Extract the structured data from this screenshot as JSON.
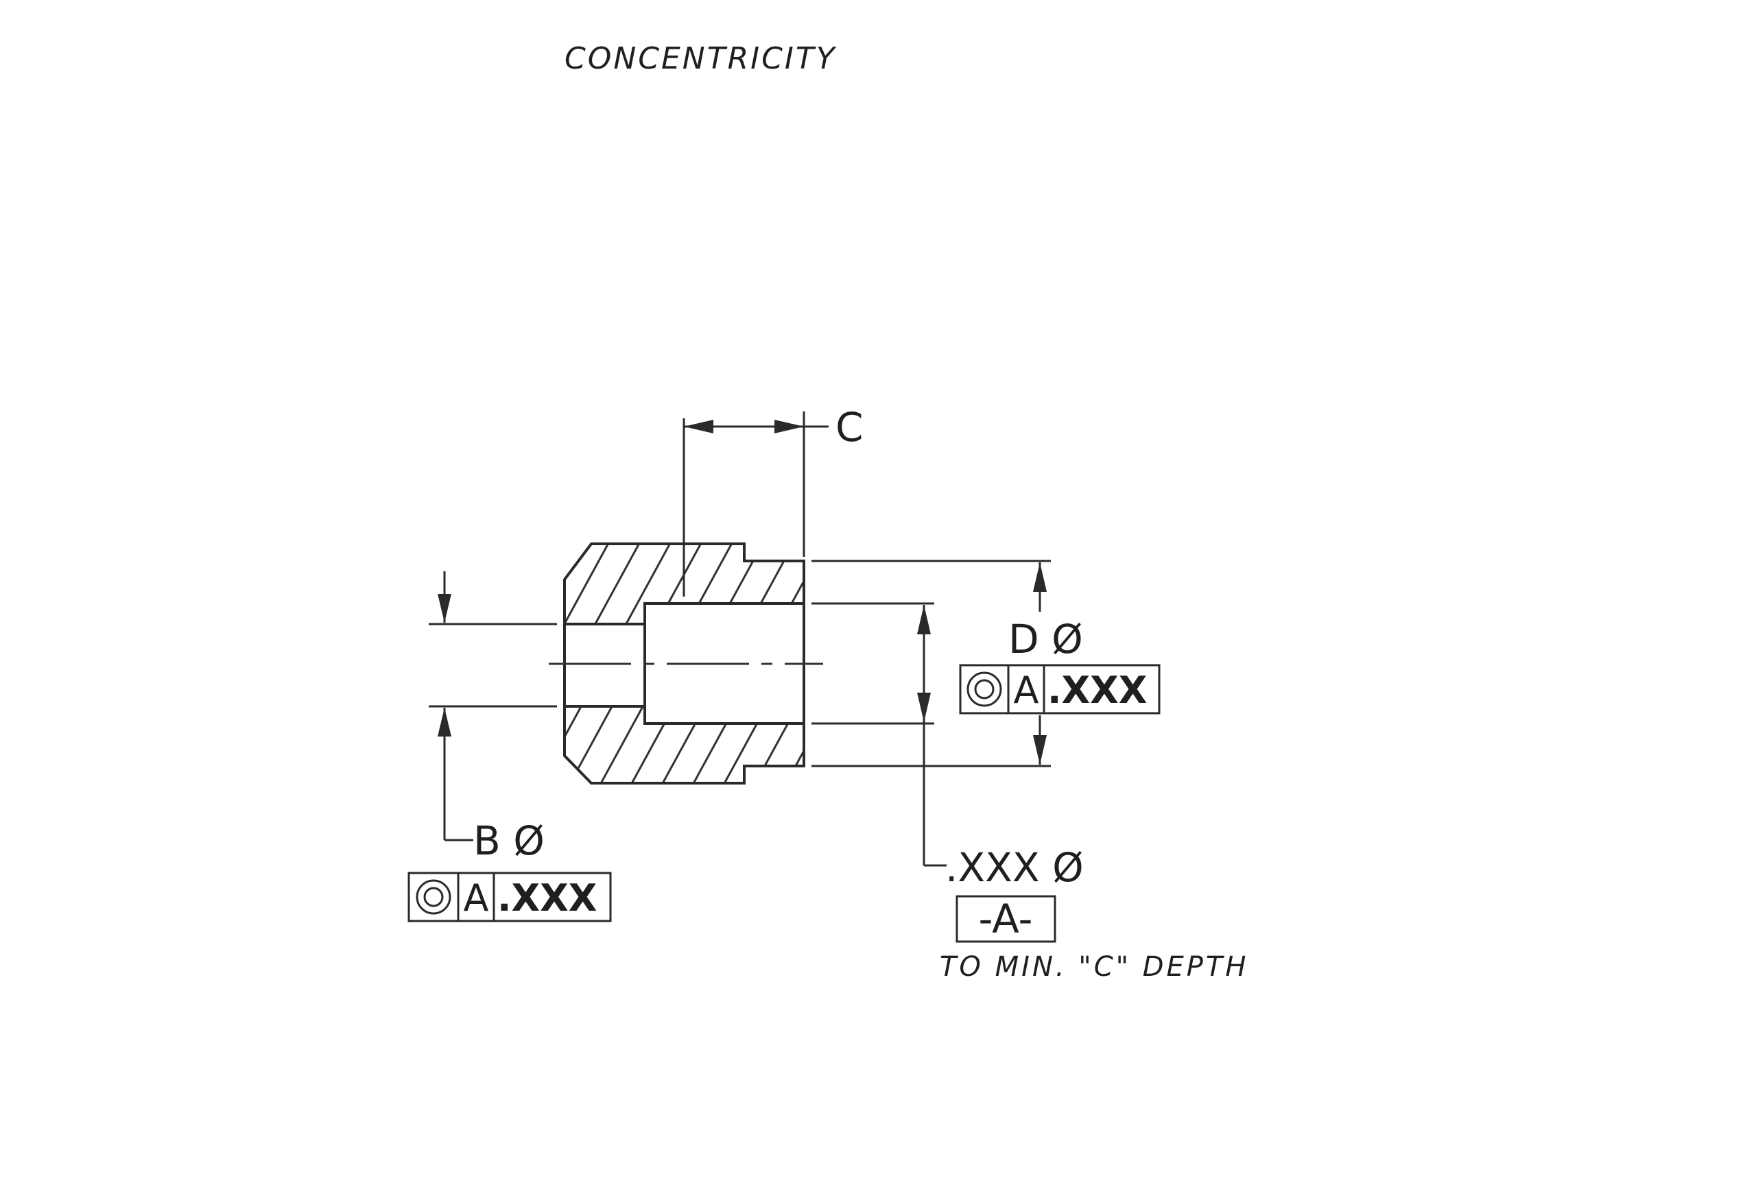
{
  "title": "CONCENTRICITY",
  "labels": {
    "dim_c": "C",
    "dim_d": "D Ø",
    "dim_b": "B Ø",
    "dim_xxx": ".XXX Ø",
    "note": "TO MIN. \"C\" DEPTH"
  },
  "feature_control_frames": {
    "right": {
      "symbol": "concentricity-symbol",
      "datum": "A",
      "tolerance": ".XXX"
    },
    "left": {
      "symbol": "concentricity-symbol",
      "datum": "A",
      "tolerance": ".XXX"
    }
  },
  "datum_frame": {
    "label": "-A-"
  }
}
